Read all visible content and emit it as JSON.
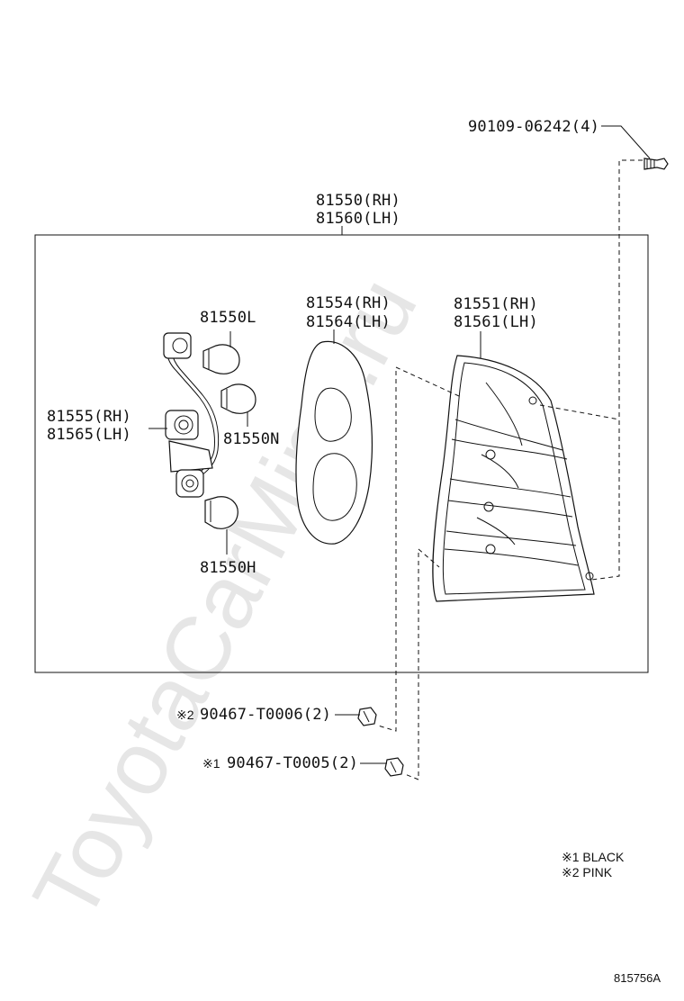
{
  "watermark": "ToyotaCarMine.ru",
  "labels": {
    "bolt": "90109-06242(4)",
    "assembly_rh": "81550(RH)",
    "assembly_lh": "81560(LH)",
    "gasket_rh": "81554(RH)",
    "gasket_lh": "81564(LH)",
    "lens_rh": "81551(RH)",
    "lens_lh": "81561(LH)",
    "bulb_l": "81550L",
    "socket_rh": "81555(RH)",
    "socket_lh": "81565(LH)",
    "bulb_n": "81550N",
    "bulb_h": "81550H",
    "clip2_mark": "※2",
    "clip2": "90467-T0006(2)",
    "clip1_mark": "※1",
    "clip1": "90467-T0005(2)"
  },
  "legend": {
    "item1": "※1 BLACK",
    "item2": "※2 PINK"
  },
  "figure_code": "815756A"
}
